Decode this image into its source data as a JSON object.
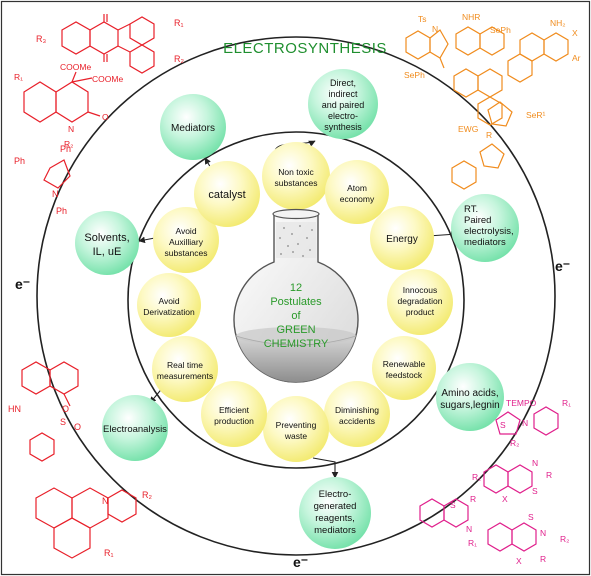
{
  "title": "ELECTROSYNTHESIS",
  "center": {
    "lines": [
      "12",
      "Postulates",
      "of",
      "GREEN",
      "CHEMISTRY"
    ]
  },
  "principles": {
    "non_toxic": [
      "Non toxic",
      "substances"
    ],
    "atom_economy": [
      "Atom",
      "economy"
    ],
    "energy": [
      "Energy"
    ],
    "innocuous": [
      "Innocous",
      "degradation",
      "product"
    ],
    "renewable": [
      "Renewable",
      "feedstock"
    ],
    "diminishing": [
      "Diminishing",
      "accidents"
    ],
    "preventing": [
      "Preventing",
      "waste"
    ],
    "efficient": [
      "Efficient",
      "production"
    ],
    "real_time": [
      "Real time",
      "measurements"
    ],
    "avoid_derivatization": [
      "Avoid",
      "Derivatization"
    ],
    "avoid_auxiliary": [
      "Avoid",
      "Auxilliary",
      "substances"
    ],
    "catalyst": [
      "catalyst"
    ]
  },
  "outcomes": {
    "direct": [
      "Direct,",
      "indirect",
      "and paired",
      "electro-",
      "synthesis"
    ],
    "mediators": [
      "Mediators"
    ],
    "solvents": [
      "Solvents,",
      "IL, uE"
    ],
    "rt_paired": [
      "RT.",
      "Paired",
      "electrolysis,",
      "mediators"
    ],
    "amino": [
      "Amino acids,",
      "sugars,legnin"
    ],
    "electroanalysis": [
      "Electroanalysis"
    ],
    "electrogenerated": [
      "Electro-",
      "generated",
      "reagents,",
      "mediators"
    ]
  },
  "electron_labels": {
    "left": "e⁻",
    "right": "e⁻",
    "bottom": "e⁻"
  },
  "structure_labels": {
    "tl_R3": "R₃",
    "tl_R1": "R₁",
    "tl_R2": "R₂",
    "tl2_R1": "R₁",
    "tl2_COOMe_a": "COOMe",
    "tl2_COOMe_b": "COOMe",
    "tl2_N": "N",
    "tl2_O": "O",
    "tl2_R2": "R₂",
    "pyrrole_Ph1": "Ph",
    "pyrrole_Ph2": "Ph",
    "pyrrole_N": "N",
    "pyrrole_Ph3": "Ph",
    "tr_Ts": "Ts",
    "tr_N": "N",
    "tr_SePh1": "SePh",
    "tr_NHR": "NHR",
    "tr_SePh2": "SePh",
    "tr_NH2": "NH₂",
    "tr_X": "X",
    "tr_Ar": "Ar",
    "tr_R": "R",
    "tr_EWG": "EWG",
    "tr_SeR": "SeR¹",
    "bl_HN": "HN",
    "bl_S": "S",
    "bl_O1": "O",
    "bl_O2": "O",
    "bl_N": "N",
    "bl_R2": "R₂",
    "bl_R1": "R₁",
    "br_TEMPO": "TEMPO",
    "br_R1": "R₁",
    "br_S": "S",
    "br_N": "N",
    "br_R2": "R₂",
    "br2_R1": "R₁",
    "br2_N": "N",
    "br2_R": "R",
    "br2_X": "X",
    "br2_S": "S",
    "br3_S": "S",
    "br3_R": "R",
    "br3_N": "N",
    "br4_R1": "R₁",
    "br4_S": "S",
    "br4_N": "N",
    "br4_R2": "R₂",
    "br4_X": "X",
    "br4_R": "R"
  },
  "colors": {
    "title": "#1f8f2f",
    "center_text": "#2a9a2a",
    "outcome_fill": "#aef0cf",
    "principle_fill": "#fcf7a0",
    "red_structures": "#e8202a",
    "orange_structures": "#f08c1e",
    "magenta_structures": "#e0208c"
  }
}
